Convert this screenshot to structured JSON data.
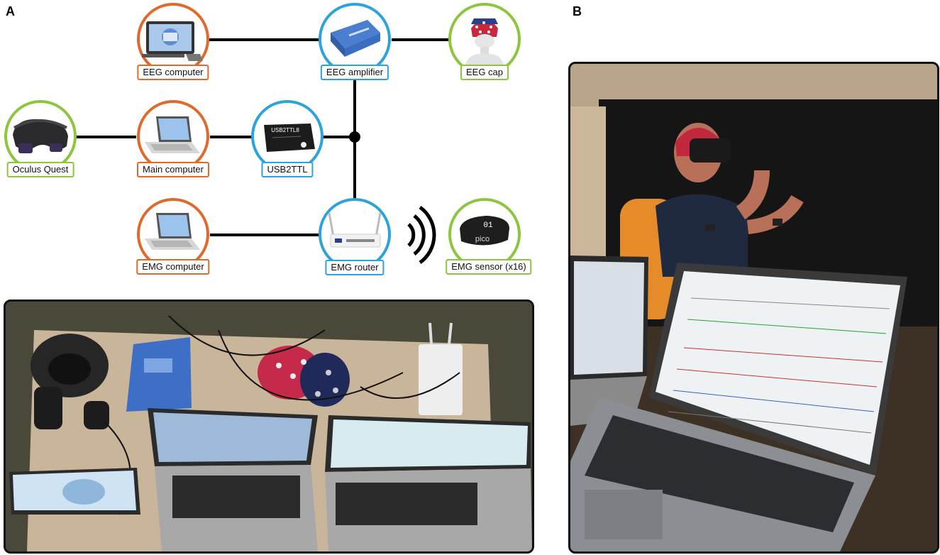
{
  "panels": {
    "a_letter": "A",
    "b_letter": "B"
  },
  "colors": {
    "computer": "#e06a2b",
    "hardware": "#2ea3d9",
    "peripheral": "#8cc63f",
    "wire": "#000000"
  },
  "nodes": {
    "eeg_computer": {
      "label": "EEG computer",
      "kind": "computer",
      "icon": "tablet-icon"
    },
    "eeg_amplifier": {
      "label": "EEG amplifier",
      "kind": "hardware",
      "icon": "amplifier-icon"
    },
    "eeg_cap": {
      "label": "EEG cap",
      "kind": "peripheral",
      "icon": "eeg-cap-icon"
    },
    "oculus_quest": {
      "label": "Oculus Quest",
      "kind": "peripheral",
      "icon": "vr-headset-icon"
    },
    "main_computer": {
      "label": "Main computer",
      "kind": "computer",
      "icon": "laptop-icon"
    },
    "usb2ttl": {
      "label": "USB2TTL",
      "kind": "hardware",
      "icon": "usb-box-icon"
    },
    "emg_computer": {
      "label": "EMG computer",
      "kind": "computer",
      "icon": "laptop-icon"
    },
    "emg_router": {
      "label": "EMG router",
      "kind": "hardware",
      "icon": "router-icon"
    },
    "emg_sensor": {
      "label": "EMG sensor (x16)",
      "kind": "peripheral",
      "icon": "emg-sensor-icon"
    }
  },
  "device_text": {
    "usb_box_text": "USB2TTL8",
    "sensor_text": "01",
    "sensor_brand": "pico"
  },
  "photos": {
    "desk_photo_icon": "desk-setup-photo",
    "participant_photo_icon": "participant-photo"
  }
}
